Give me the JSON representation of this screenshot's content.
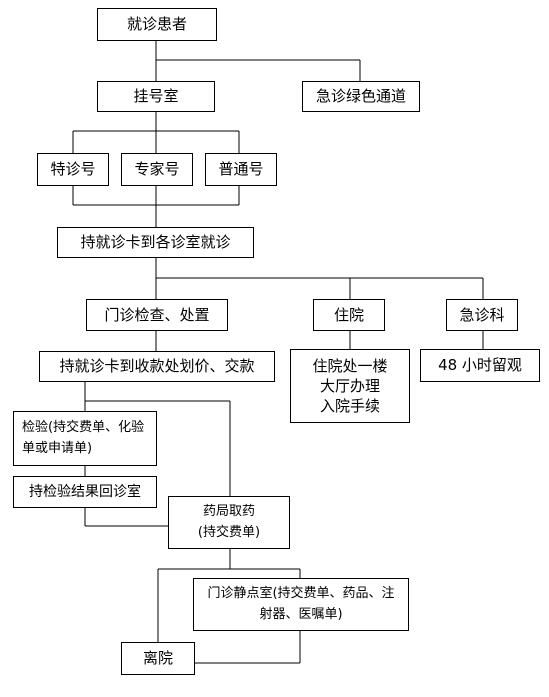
{
  "flowchart": {
    "patient": "就诊患者",
    "registration": "挂号室",
    "emergency_green_channel": "急诊绿色通道",
    "special_number": "特诊号",
    "expert_number": "专家号",
    "general_number": "普通号",
    "card_to_room": "持就诊卡到各诊室就诊",
    "outpatient_exam": "门诊检查、处置",
    "hospitalization": "住院",
    "emergency_dept": "急诊科",
    "card_to_cashier": "持就诊卡到收款处划价、交款",
    "admission_office": "住院处一楼\n大厅办理\n入院手续",
    "observation_48h": "48 小时留观",
    "lab_test": "检验(持交费单、化验\n单或申请单)",
    "return_with_results": "持检验结果回诊室",
    "pharmacy": "药局取药\n(持交费单)",
    "infusion_room": "门诊静点室(持交费单、药品、注\n射器、医嘱单)",
    "discharge": "离院"
  }
}
